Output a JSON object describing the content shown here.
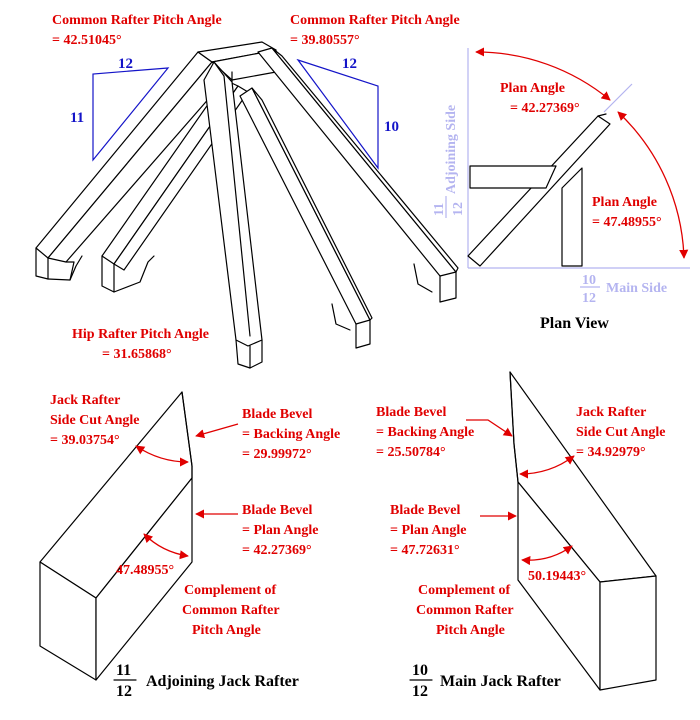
{
  "top_left_rafter": {
    "label": "Common Rafter Pitch Angle",
    "value": "= 42.51045°",
    "rise": "11",
    "run": "12"
  },
  "top_right_rafter": {
    "label": "Common Rafter Pitch Angle",
    "value": "= 39.80557°",
    "rise": "10",
    "run": "12"
  },
  "hip_rafter": {
    "label": "Hip Rafter Pitch Angle",
    "value": "= 31.65868°"
  },
  "plan_view": {
    "title": "Plan View",
    "plan_angle_upper": {
      "label": "Plan Angle",
      "value": "= 42.27369°"
    },
    "plan_angle_lower": {
      "label": "Plan Angle",
      "value": "= 47.48955°"
    },
    "adjoining_side": {
      "rise": "11",
      "run": "12",
      "label": "Adjoining Side"
    },
    "main_side": {
      "rise": "10",
      "run": "12",
      "label": "Main Side"
    }
  },
  "adjoining_jack": {
    "title": "Adjoining Jack Rafter",
    "frac_num": "11",
    "frac_den": "12",
    "side_cut": {
      "line1": "Jack Rafter",
      "line2": "Side Cut Angle",
      "value": "= 39.03754°"
    },
    "blade_backing": {
      "line1": "Blade Bevel",
      "line2": "= Backing Angle",
      "value": "= 29.99972°"
    },
    "blade_plan": {
      "line1": "Blade Bevel",
      "line2": "= Plan Angle",
      "value": "= 42.27369°"
    },
    "complement_value": "47.48955°",
    "complement": {
      "line1": "Complement of",
      "line2": "Common Rafter",
      "line3": "Pitch Angle"
    }
  },
  "main_jack": {
    "title": "Main Jack Rafter",
    "frac_num": "10",
    "frac_den": "12",
    "blade_backing": {
      "line1": "Blade Bevel",
      "line2": "= Backing Angle",
      "value": "= 25.50784°"
    },
    "side_cut": {
      "line1": "Jack Rafter",
      "line2": "Side Cut Angle",
      "value": "= 34.92979°"
    },
    "blade_plan": {
      "line1": "Blade Bevel",
      "line2": "= Plan Angle",
      "value": "= 47.72631°"
    },
    "complement_value": "50.19443°",
    "complement": {
      "line1": "Complement of",
      "line2": "Common Rafter",
      "line3": "Pitch Angle"
    }
  },
  "colors": {
    "annotation": "#e00000",
    "pitch": "#1414c8",
    "plan_side": "#b4b4f0",
    "outline": "#000000"
  }
}
